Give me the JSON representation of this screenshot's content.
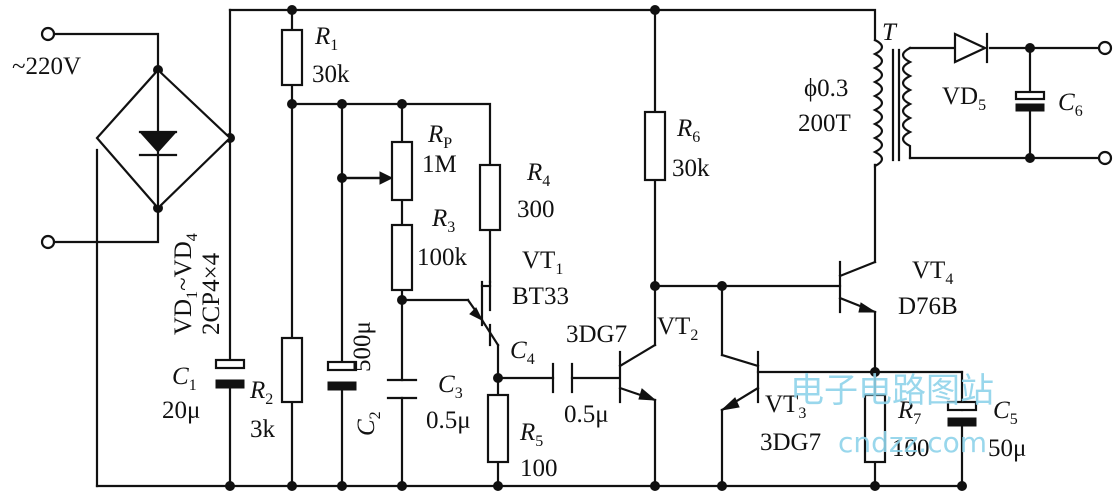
{
  "mains": {
    "label": "~220V"
  },
  "bridge": {
    "line1": "VD",
    "sub1": "1",
    "mid": "~VD",
    "sub2": "4",
    "line2": "2CP4×4"
  },
  "r1": {
    "name": "R",
    "sub": "1",
    "value": "30k"
  },
  "r2": {
    "name": "R",
    "sub": "2",
    "value": "3k"
  },
  "rp": {
    "name": "R",
    "sub": "P",
    "value": "1M"
  },
  "r3": {
    "name": "R",
    "sub": "3",
    "value": "100k"
  },
  "r4": {
    "name": "R",
    "sub": "4",
    "value": "300"
  },
  "r5": {
    "name": "R",
    "sub": "5",
    "value": "100"
  },
  "r6": {
    "name": "R",
    "sub": "6",
    "value": "30k"
  },
  "r7": {
    "name": "R",
    "sub": "7",
    "value": "100"
  },
  "c1": {
    "name": "C",
    "sub": "1",
    "value": "20μ"
  },
  "c2": {
    "name": "C",
    "sub": "2",
    "value": "500μ"
  },
  "c3": {
    "name": "C",
    "sub": "3",
    "value": "0.5μ"
  },
  "c4": {
    "name": "C",
    "sub": "4",
    "value": "0.5μ"
  },
  "c5": {
    "name": "C",
    "sub": "5",
    "value": "50μ"
  },
  "c6": {
    "name": "C",
    "sub": "6"
  },
  "vt1": {
    "name": "VT",
    "sub": "1",
    "type": "BT33"
  },
  "vt2": {
    "name": "VT",
    "sub": "2",
    "type": "3DG7"
  },
  "vt3": {
    "name": "VT",
    "sub": "3",
    "type": "3DG7"
  },
  "vt4": {
    "name": "VT",
    "sub": "4",
    "type": "D76B"
  },
  "transformer": {
    "name": "T",
    "wire": "ϕ0.3",
    "turns": "200T"
  },
  "vd5": {
    "name": "VD",
    "sub": "5"
  },
  "watermark": {
    "cn": "电子电路图站",
    "url": "cndzz.com"
  }
}
